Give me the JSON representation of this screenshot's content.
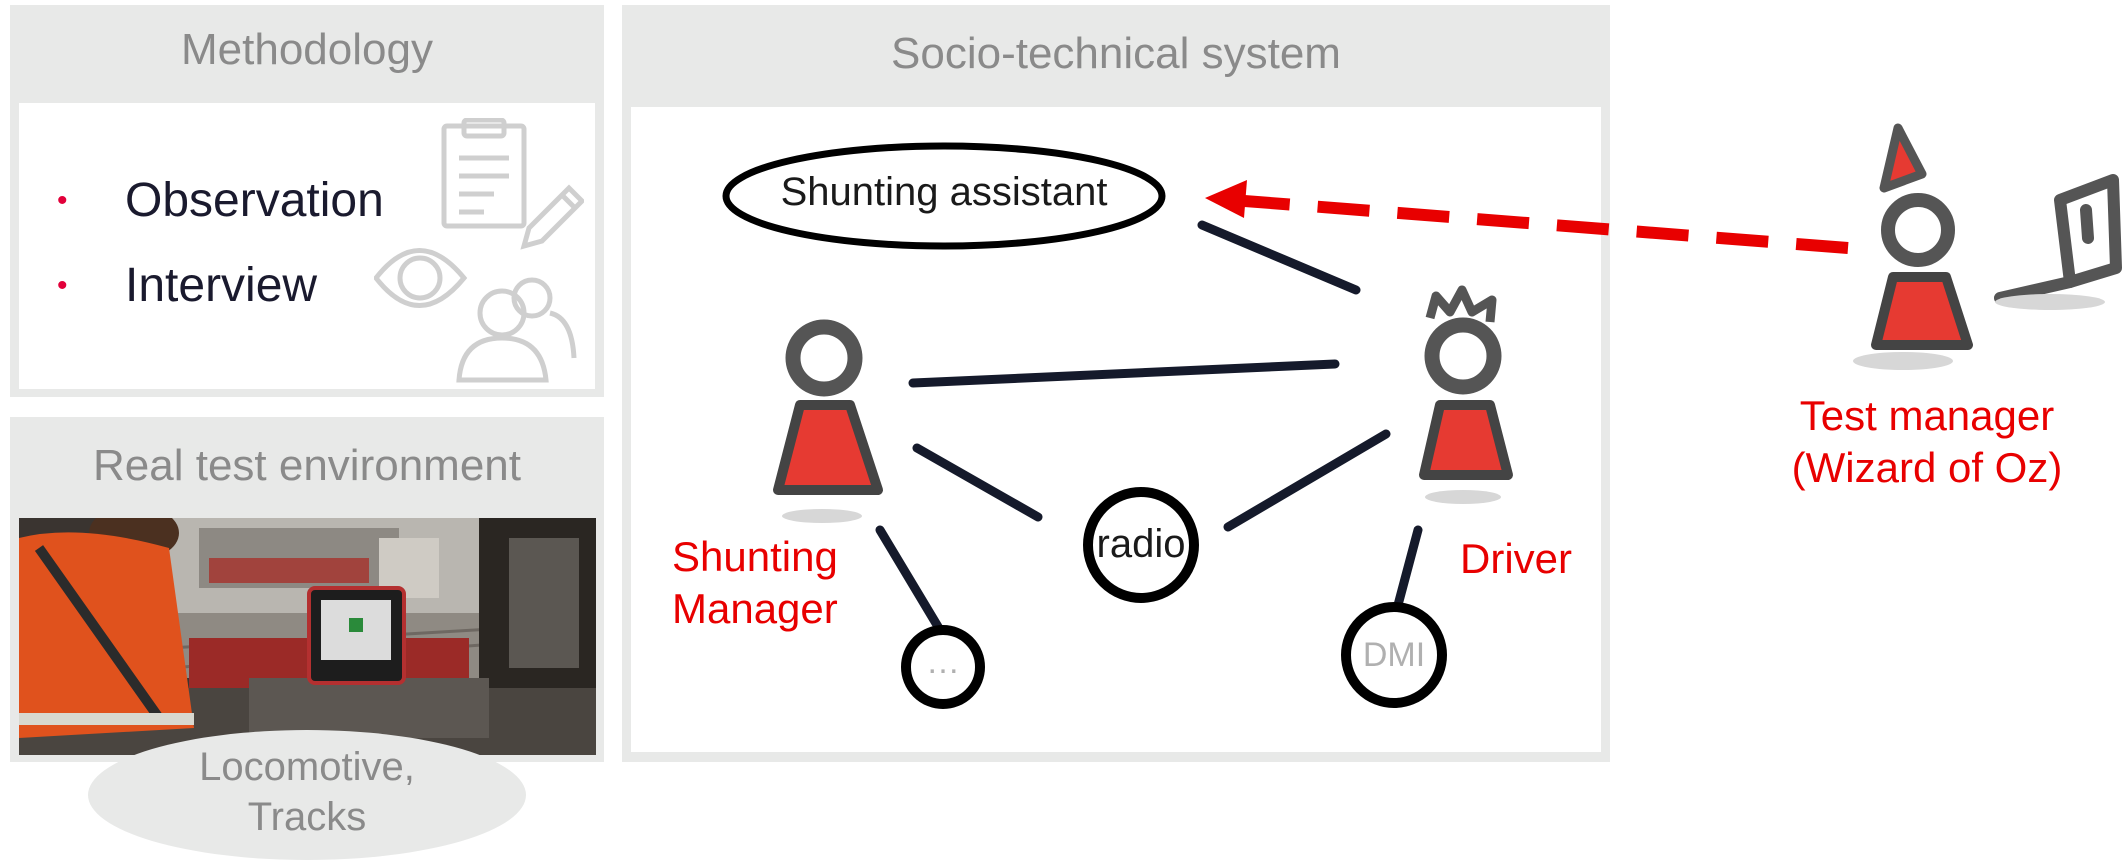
{
  "methodology": {
    "title": "Methodology",
    "items": [
      "Observation",
      "Interview"
    ]
  },
  "environment": {
    "title": "Real test environment",
    "caption_line1": "Locomotive,",
    "caption_line2": "Tracks"
  },
  "system": {
    "title": "Socio-technical system",
    "assistant_label": "Shunting assistant",
    "radio_label": "radio",
    "ellipsis_label": "…",
    "dmi_label": "DMI",
    "shunting_manager_line1": "Shunting",
    "shunting_manager_line2": "Manager",
    "driver_label": "Driver"
  },
  "test_manager": {
    "line1": "Test manager",
    "line2": "(Wizard of Oz)"
  },
  "colors": {
    "accent_red": "#e80000",
    "figure_red": "#e63a32",
    "panel_gray": "#e8e9e8",
    "title_gray": "#8a8a8a",
    "bullet_red": "#e2003a"
  },
  "icons": [
    "clipboard-icon",
    "pencil-icon",
    "eye-icon",
    "people-icon",
    "laptop-icon"
  ]
}
